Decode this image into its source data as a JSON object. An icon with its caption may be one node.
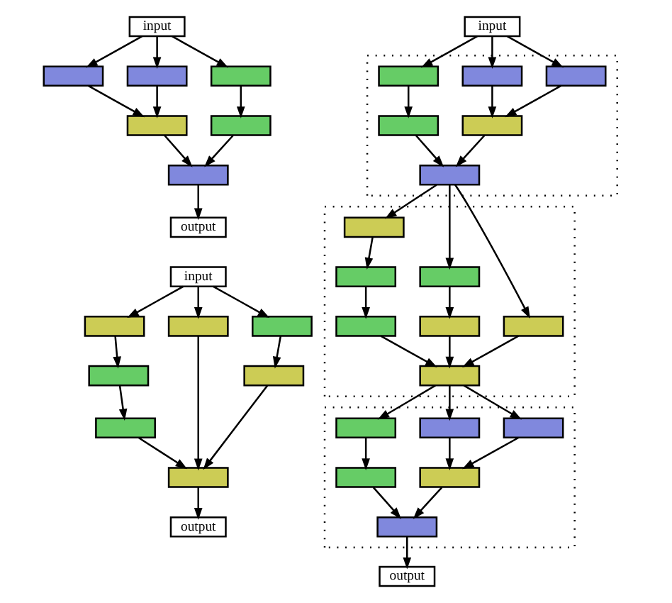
{
  "diagram": {
    "nodes": [
      {
        "text": [
          "input"
        ]
      },
      {
        "text": [],
        "shape": "box"
      },
      {
        "text": [],
        "shape": "box"
      },
      {
        "text": [],
        "shape": "box"
      },
      {
        "text": [],
        "shape": "box"
      },
      {
        "text": [],
        "shape": "box"
      },
      {
        "text": [],
        "shape": "box"
      },
      {
        "text": [
          "output"
        ]
      },
      {
        "text": [
          "input"
        ]
      },
      {
        "text": [],
        "shape": "box"
      },
      {
        "text": [],
        "shape": "box"
      },
      {
        "text": [],
        "shape": "box"
      },
      {
        "text": [],
        "shape": "box"
      },
      {
        "text": [],
        "shape": "box"
      },
      {
        "text": [],
        "shape": "box"
      },
      {
        "text": [],
        "shape": "box"
      },
      {
        "text": [
          "output"
        ]
      },
      {
        "text": [
          "input"
        ]
      },
      {
        "text": [],
        "shape": "box"
      },
      {
        "text": [],
        "shape": "box",
        "in": 18
      },
      {
        "text": [],
        "shape": "box",
        "in": 18
      },
      {
        "text": [],
        "shape": "box",
        "in": 18
      },
      {
        "text": [],
        "shape": "box",
        "in": 18
      },
      {
        "text": [],
        "shape": "box",
        "in": 18
      },
      {
        "text": [],
        "shape": "box",
        "in": 18
      },
      {
        "text": [],
        "shape": "box"
      },
      {
        "text": [],
        "shape": "box",
        "in": 25
      },
      {
        "text": [],
        "shape": "box",
        "in": 25
      },
      {
        "text": [],
        "shape": "box",
        "in": 25
      },
      {
        "text": [],
        "shape": "box",
        "in": 25
      },
      {
        "text": [],
        "shape": "box",
        "in": 25
      },
      {
        "text": [],
        "shape": "box",
        "in": 25
      },
      {
        "text": [],
        "shape": "box",
        "in": 25
      },
      {
        "text": [],
        "shape": "box"
      },
      {
        "text": [],
        "shape": "box",
        "in": 33
      },
      {
        "text": [],
        "shape": "box",
        "in": 33
      },
      {
        "text": [],
        "shape": "box",
        "in": 33
      },
      {
        "text": [],
        "shape": "box",
        "in": 33
      },
      {
        "text": [],
        "shape": "box",
        "in": 33
      },
      {
        "text": [],
        "shape": "box",
        "in": 33
      },
      {
        "text": [
          "output"
        ]
      }
    ],
    "edges": [
      {
        "from": 0,
        "to": 1,
        "arrow": "to"
      },
      {
        "from": 0,
        "to": 2,
        "arrow": "to"
      },
      {
        "from": 0,
        "to": 3,
        "arrow": "to"
      },
      {
        "from": 1,
        "to": 4,
        "arrow": "to"
      },
      {
        "from": 2,
        "to": 4,
        "arrow": "to"
      },
      {
        "from": 3,
        "to": 5,
        "arrow": "to"
      },
      {
        "from": 4,
        "to": 6,
        "arrow": "to"
      },
      {
        "from": 5,
        "to": 6,
        "arrow": "to"
      },
      {
        "from": 6,
        "to": 7,
        "arrow": "to"
      },
      {
        "from": 8,
        "to": 9,
        "arrow": "to"
      },
      {
        "from": 8,
        "to": 10,
        "arrow": "to"
      },
      {
        "from": 8,
        "to": 11,
        "arrow": "to"
      },
      {
        "from": 9,
        "to": 12,
        "arrow": "to"
      },
      {
        "from": 11,
        "to": 13,
        "arrow": "to"
      },
      {
        "from": 12,
        "to": 14,
        "arrow": "to"
      },
      {
        "from": 14,
        "to": 15,
        "arrow": "to"
      },
      {
        "from": 10,
        "to": 15,
        "arrow": "to"
      },
      {
        "from": 13,
        "to": 15,
        "arrow": "to"
      },
      {
        "from": 15,
        "to": 16,
        "arrow": "to"
      },
      {
        "from": 17,
        "to": 19,
        "arrow": "to"
      },
      {
        "from": 17,
        "to": 20,
        "arrow": "to"
      },
      {
        "from": 17,
        "to": 21,
        "arrow": "to"
      },
      {
        "from": 19,
        "to": 22,
        "arrow": "to"
      },
      {
        "from": 20,
        "to": 22,
        "arrow": "to"
      },
      {
        "from": 21,
        "to": 23,
        "arrow": "to"
      },
      {
        "from": 22,
        "to": 24,
        "arrow": "to"
      },
      {
        "from": 23,
        "to": 24,
        "arrow": "to"
      },
      {
        "from": 24,
        "to": 26,
        "arrow": "to"
      },
      {
        "from": 24,
        "to": 27,
        "arrow": "to"
      },
      {
        "from": 24,
        "to": 28,
        "arrow": "to"
      },
      {
        "from": 26,
        "to": 29,
        "arrow": "to"
      },
      {
        "from": 28,
        "to": 30,
        "arrow": "to"
      },
      {
        "from": 29,
        "to": 31,
        "arrow": "to"
      },
      {
        "from": 31,
        "to": 32,
        "arrow": "to"
      },
      {
        "from": 27,
        "to": 32,
        "arrow": "to"
      },
      {
        "from": 30,
        "to": 32,
        "arrow": "to"
      },
      {
        "from": 32,
        "to": 34,
        "arrow": "to"
      },
      {
        "from": 32,
        "to": 35,
        "arrow": "to"
      },
      {
        "from": 32,
        "to": 36,
        "arrow": "to"
      },
      {
        "from": 34,
        "to": 37,
        "arrow": "to"
      },
      {
        "from": 35,
        "to": 37,
        "arrow": "to"
      },
      {
        "from": 36,
        "to": 38,
        "arrow": "to"
      },
      {
        "from": 37,
        "to": 39,
        "arrow": "to"
      },
      {
        "from": 38,
        "to": 39,
        "arrow": "to"
      },
      {
        "from": 39,
        "to": 40,
        "arrow": "to"
      }
    ]
  }
}
